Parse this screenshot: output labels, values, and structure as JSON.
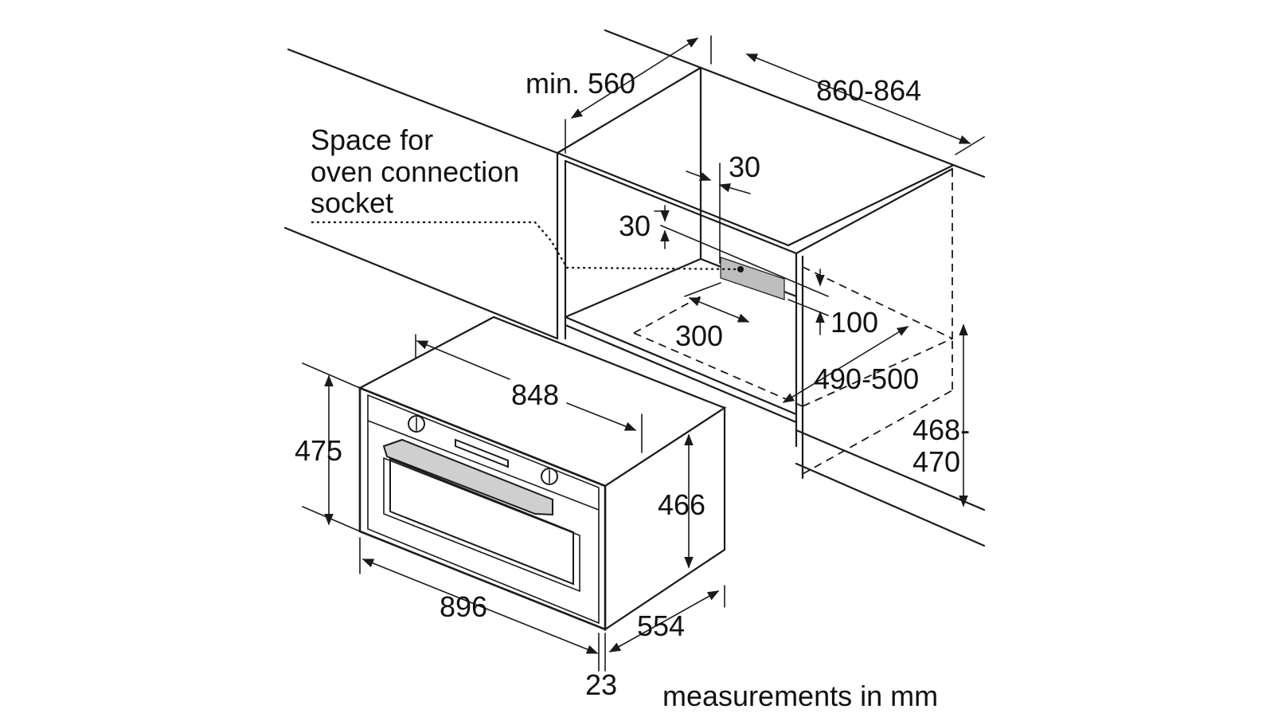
{
  "labels": {
    "min_depth": "min. 560",
    "niche_width": "860-864",
    "socket_space_line1": "Space for",
    "socket_space_line2": "oven connection",
    "socket_space_line3": "socket",
    "offset_horizontal": "30",
    "offset_vertical": "30",
    "socket_width": "300",
    "socket_height": "100",
    "niche_depth": "490-500",
    "niche_height_line1": "468-",
    "niche_height_line2": "470",
    "oven_top_width": "848",
    "oven_height": "475",
    "oven_body_height": "466",
    "oven_width": "896",
    "oven_depth": "554",
    "front_thickness": "23",
    "units_note": "measurements in mm"
  },
  "colors": {
    "line": "#1a1a1a",
    "socket_fill": "#bdbdbd",
    "handle_fill": "#cfcfcf",
    "background": "#ffffff"
  }
}
